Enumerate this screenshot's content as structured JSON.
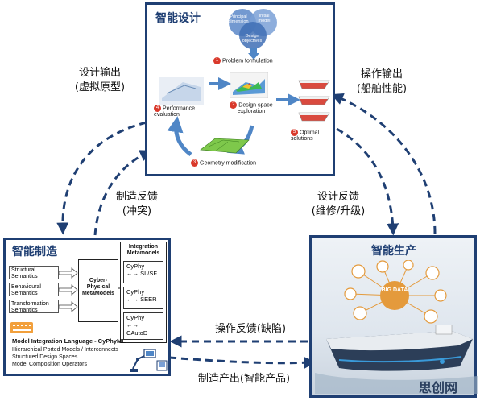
{
  "design_panel": {
    "title": "智能设计",
    "venn": [
      "Principal dimension",
      "Initial model",
      "Design objectives"
    ],
    "steps": [
      {
        "num": "1",
        "label": "Problem formulation"
      },
      {
        "num": "2",
        "label": "Design space exploration"
      },
      {
        "num": "3",
        "label": "Geometry modification"
      },
      {
        "num": "4",
        "label": "Performance evaluation"
      },
      {
        "num": "5",
        "label": "Optimal solutions"
      }
    ]
  },
  "manufacture_panel": {
    "title": "智能制造",
    "semantics": [
      "Structural Semantics",
      "Behavioural Semantics",
      "Transformation Semantics"
    ],
    "metamodels_label": "Cyber-Physical MetaModels",
    "integration_header": "Integration Metamodels",
    "cyphy": [
      {
        "name": "CyPhy",
        "target": "SL/SF"
      },
      {
        "name": "CyPhy",
        "target": "SEER"
      },
      {
        "name": "CyPhy",
        "target": "CAutoD"
      }
    ],
    "arrow_glyph": "←→",
    "language_title": "Model Integration Language - CyPhyML",
    "language_items": [
      "Hierarchical Ported Models / Interconnects",
      "Structured Design Spaces",
      "Model Composition Operators"
    ]
  },
  "production_panel": {
    "title": "智能生产",
    "big_data": "BIG DATA"
  },
  "flows": {
    "design_output": [
      "设计输出",
      "(虚拟原型)"
    ],
    "operation_output": [
      "操作输出",
      "(船舶性能)"
    ],
    "manufacture_feedback": [
      "制造反馈",
      "(冲突)"
    ],
    "design_feedback": [
      "设计反馈",
      "(维修/升级)"
    ],
    "operation_feedback": "操作反馈(缺陷)",
    "manufacture_output": "制造产出(智能产品)"
  },
  "watermark": "思创网",
  "colors": {
    "panel_border": "#1f3f73",
    "dashed_arrow": "#1f3f73",
    "cycle_arrow": "#4f86c6",
    "step_dot": "#d9392b",
    "venn": "#5b87c8"
  }
}
